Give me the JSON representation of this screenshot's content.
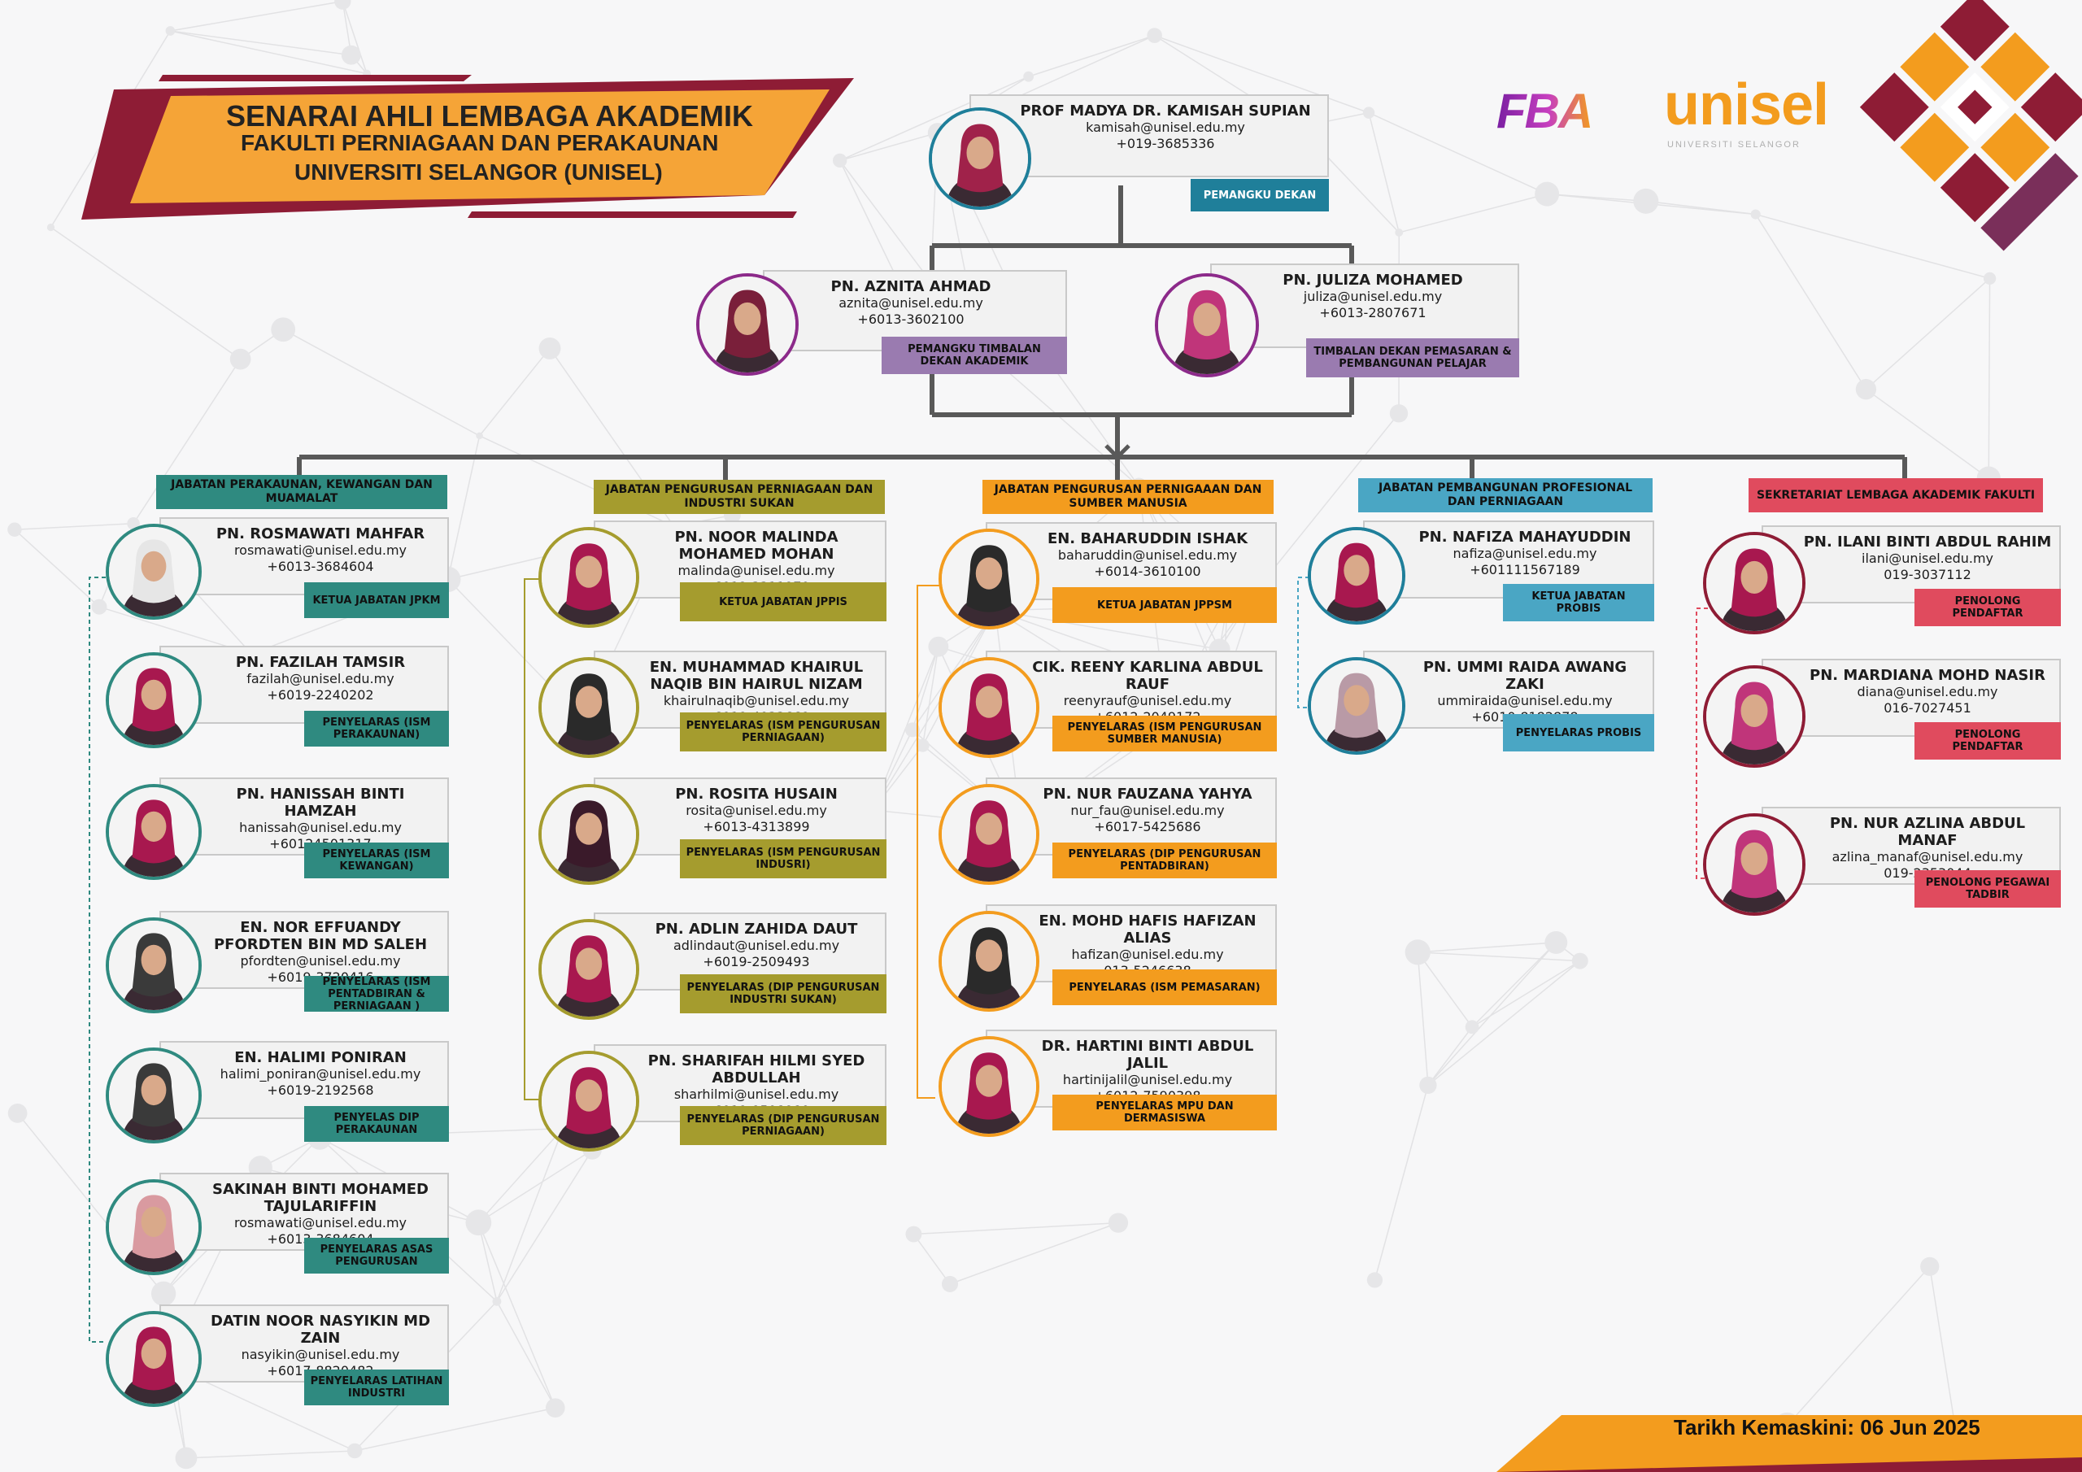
{
  "title": {
    "line1": "SENARAI AHLI LEMBAGA AKADEMIK",
    "line2": "FAKULTI PERNIAGAAN DAN PERAKAUNAN",
    "line3": "UNIVERSITI SELANGOR (UNISEL)"
  },
  "logos": {
    "fba": "FBA",
    "unisel": "unisel",
    "unisel_sub": "UNIVERSITI SELANGOR"
  },
  "colors": {
    "teal": "#2f8a80",
    "olive": "#a59c2e",
    "orange": "#f39c1e",
    "blue": "#4aa6c4",
    "red": "#e04b5e",
    "purple": "#9a7bb0",
    "dark_teal": "#1f7f9a",
    "maroon": "#8e1c35"
  },
  "dean": {
    "name": "PROF MADYA DR. KAMISAH SUPIAN",
    "email": "kamisah@unisel.edu.my",
    "phone": "+019-3685336",
    "role": "PEMANGKU DEKAN"
  },
  "deputies": [
    {
      "name": "PN. AZNITA AHMAD",
      "email": "aznita@unisel.edu.my",
      "phone": "+6013-3602100",
      "role": "PEMANGKU TIMBALAN DEKAN AKADEMIK"
    },
    {
      "name": "PN. JULIZA MOHAMED",
      "email": "juliza@unisel.edu.my",
      "phone": "+6013-2807671",
      "role": "TIMBALAN DEKAN PEMASARAN & PEMBANGUNAN PELAJAR"
    }
  ],
  "departments": [
    {
      "title": "JABATAN PERAKAUNAN, KEWANGAN DAN MUAMALAT",
      "members": [
        {
          "name": "PN. ROSMAWATI MAHFAR",
          "email": "rosmawati@unisel.edu.my",
          "phone": "+6013-3684604",
          "role": "KETUA JABATAN JPKM"
        },
        {
          "name": "PN. FAZILAH TAMSIR",
          "email": "fazilah@unisel.edu.my",
          "phone": "+6019-2240202",
          "role": "PENYELARAS (ISM PERAKAUNAN)"
        },
        {
          "name": "PN. HANISSAH BINTI HAMZAH",
          "email": "hanissah@unisel.edu.my",
          "phone": "+60124501317",
          "role": "PENYELARAS (ISM KEWANGAN)"
        },
        {
          "name": "EN. NOR EFFUANDY PFORDTEN BIN MD SALEH",
          "email": "pfordten@unisel.edu.my",
          "phone": "+6019-3720416",
          "role": "PENYELARAS (ISM PENTADBIRAN & PERNIAGAAN )"
        },
        {
          "name": "EN. HALIMI PONIRAN",
          "email": "halimi_poniran@unisel.edu.my",
          "phone": "+6019-2192568",
          "role": "PENYELAS DIP PERAKAUNAN"
        },
        {
          "name": "SAKINAH BINTI MOHAMED TAJULARIFFIN",
          "email": "rosmawati@unisel.edu.my",
          "phone": "+6013-3684604",
          "role": "PENYELARAS ASAS PENGURUSAN"
        },
        {
          "name": "DATIN NOOR NASYIKIN MD ZAIN",
          "email": "nasyikin@unisel.edu.my",
          "phone": "+6017-8820482",
          "role": "PENYELARAS LATIHAN INDUSTRI"
        }
      ]
    },
    {
      "title": "JABATAN PENGURUSAN PERNIAGAAN DAN INDUSTRI SUKAN",
      "members": [
        {
          "name": "PN. NOOR MALINDA MOHAMED MOHAN",
          "email": "malinda@unisel.edu.my",
          "phone": "+6012-3311970",
          "role": "KETUA JABATAN JPPIS"
        },
        {
          "name": "EN. MUHAMMAD KHAIRUL NAQIB BIN HAIRUL NIZAM",
          "email": "khairulnaqib@unisel.edu.my",
          "phone": "+6019-4033669",
          "role": "PENYELARAS (ISM PENGURUSAN PERNIAGAAN)"
        },
        {
          "name": "PN. ROSITA HUSAIN",
          "email": "rosita@unisel.edu.my",
          "phone": "+6013-4313899",
          "role": "PENYELARAS (ISM PENGURUSAN INDUSRI)"
        },
        {
          "name": "PN. ADLIN ZAHIDA DAUT",
          "email": "adlindaut@unisel.edu.my",
          "phone": "+6019-2509493",
          "role": "PENYELARAS (DIP PENGURUSAN INDUSTRI SUKAN)"
        },
        {
          "name": "PN. SHARIFAH HILMI SYED ABDULLAH",
          "email": "sharhilmi@unisel.edu.my",
          "phone": "+6019-9508980",
          "role": "PENYELARAS (DIP PENGURUSAN PERNIAGAAN)"
        }
      ]
    },
    {
      "title": "JABATAN PENGURUSAN PERNIGAAAN DAN SUMBER MANUSIA",
      "members": [
        {
          "name": "EN. BAHARUDDIN ISHAK",
          "email": "baharuddin@unisel.edu.my",
          "phone": "+6014-3610100",
          "role": "KETUA JABATAN JPPSM"
        },
        {
          "name": "CIK. REENY KARLINA ABDUL RAUF",
          "email": "reenyrauf@unisel.edu.my",
          "phone": "+6012-2049172",
          "role": "PENYELARAS (ISM PENGURUSAN SUMBER MANUSIA)"
        },
        {
          "name": "PN. NUR FAUZANA YAHYA",
          "email": "nur_fau@unisel.edu.my",
          "phone": "+6017-5425686",
          "role": "PENYELARAS (DIP PENGURUSAN PENTADBIRAN)"
        },
        {
          "name": "EN. MOHD HAFIS HAFIZAN ALIAS",
          "email": "hafizan@unisel.edu.my",
          "phone": "013-5246638",
          "role": "PENYELARAS (ISM PEMASARAN)"
        },
        {
          "name": "DR. HARTINI BINTI ABDUL JALIL",
          "email": "hartinijalil@unisel.edu.my",
          "phone": "+6012-7590398",
          "role": "PENYELARAS MPU DAN DERMASISWA"
        }
      ]
    },
    {
      "title": "JABATAN PEMBANGUNAN PROFESIONAL DAN PERNIAGAAN",
      "members": [
        {
          "name": "PN. NAFIZA MAHAYUDDIN",
          "email": "nafiza@unisel.edu.my",
          "phone": "+601111567189",
          "role": "KETUA JABATAN PROBIS"
        },
        {
          "name": "PN. UMMI RAIDA AWANG ZAKI",
          "email": "ummiraida@unisel.edu.my",
          "phone": "+6010-8182878",
          "role": "PENYELARAS PROBIS"
        }
      ]
    },
    {
      "title": "SEKRETARIAT LEMBAGA AKADEMIK FAKULTI",
      "members": [
        {
          "name": "PN. ILANI BINTI ABDUL RAHIM",
          "email": "ilani@unisel.edu.my",
          "phone": "019-3037112",
          "role": "PENOLONG PENDAFTAR"
        },
        {
          "name": "PN. MARDIANA MOHD NASIR",
          "email": "diana@unisel.edu.my",
          "phone": "016-7027451",
          "role": "PENOLONG PENDAFTAR"
        },
        {
          "name": "PN. NUR AZLINA ABDUL MANAF",
          "email": "azlina_manaf@unisel.edu.my",
          "phone": "019-2353044",
          "role": "PENOLONG PEGAWAI TADBIR"
        }
      ]
    }
  ],
  "footer": {
    "updated": "Tarikh Kemaskini: 06 Jun 2025"
  }
}
